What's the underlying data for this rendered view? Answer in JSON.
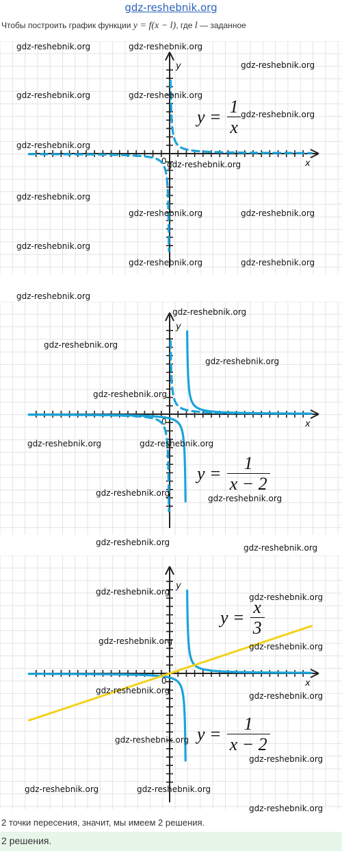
{
  "header": {
    "site_link": "gdz-reshebnik.org"
  },
  "intro": {
    "prefix": "Чтобы построить график функции",
    "formula": "y = f(x − l)",
    "mid": ", где",
    "var": "l",
    "suffix": "— заданное"
  },
  "watermark": "gdz-reshebnik.org",
  "labels": {
    "x": "x",
    "y": "y",
    "origin": "0"
  },
  "formulas": {
    "p1": {
      "lhs": "y =",
      "num": "1",
      "den": "x"
    },
    "p2": {
      "lhs": "y =",
      "num": "1",
      "den": "x − 2"
    },
    "p3a": {
      "lhs": "y =",
      "num": "x",
      "den": "3"
    },
    "p3b": {
      "lhs": "y =",
      "num": "1",
      "den": "x − 2"
    }
  },
  "chart_data": [
    {
      "type": "line",
      "title": "",
      "xlabel": "x",
      "ylabel": "y",
      "series": [
        {
          "name": "y = 1/x",
          "function": "1/x",
          "style": "dashed",
          "color": "#1ca3d9"
        }
      ]
    },
    {
      "type": "line",
      "title": "",
      "xlabel": "x",
      "ylabel": "y",
      "series": [
        {
          "name": "",
          "function": "1/x",
          "style": "dashed",
          "color": "#1ca3d9"
        },
        {
          "name": "y = 1/(x − 2)",
          "function": "1/(x-2)",
          "style": "solid",
          "color": "#1ca3d9"
        }
      ]
    },
    {
      "type": "line",
      "title": "",
      "xlabel": "x",
      "ylabel": "y",
      "series": [
        {
          "name": "y = 1/(x − 2)",
          "function": "1/(x-2)",
          "style": "solid",
          "color": "#1ca3d9"
        },
        {
          "name": "y = x/3",
          "function": "x/3",
          "style": "solid",
          "color": "#f2d21b"
        }
      ]
    }
  ],
  "bottom": {
    "text": "2 точки пересения, значит, мы имеем 2 решения."
  },
  "answer": {
    "text": "2 решения."
  }
}
